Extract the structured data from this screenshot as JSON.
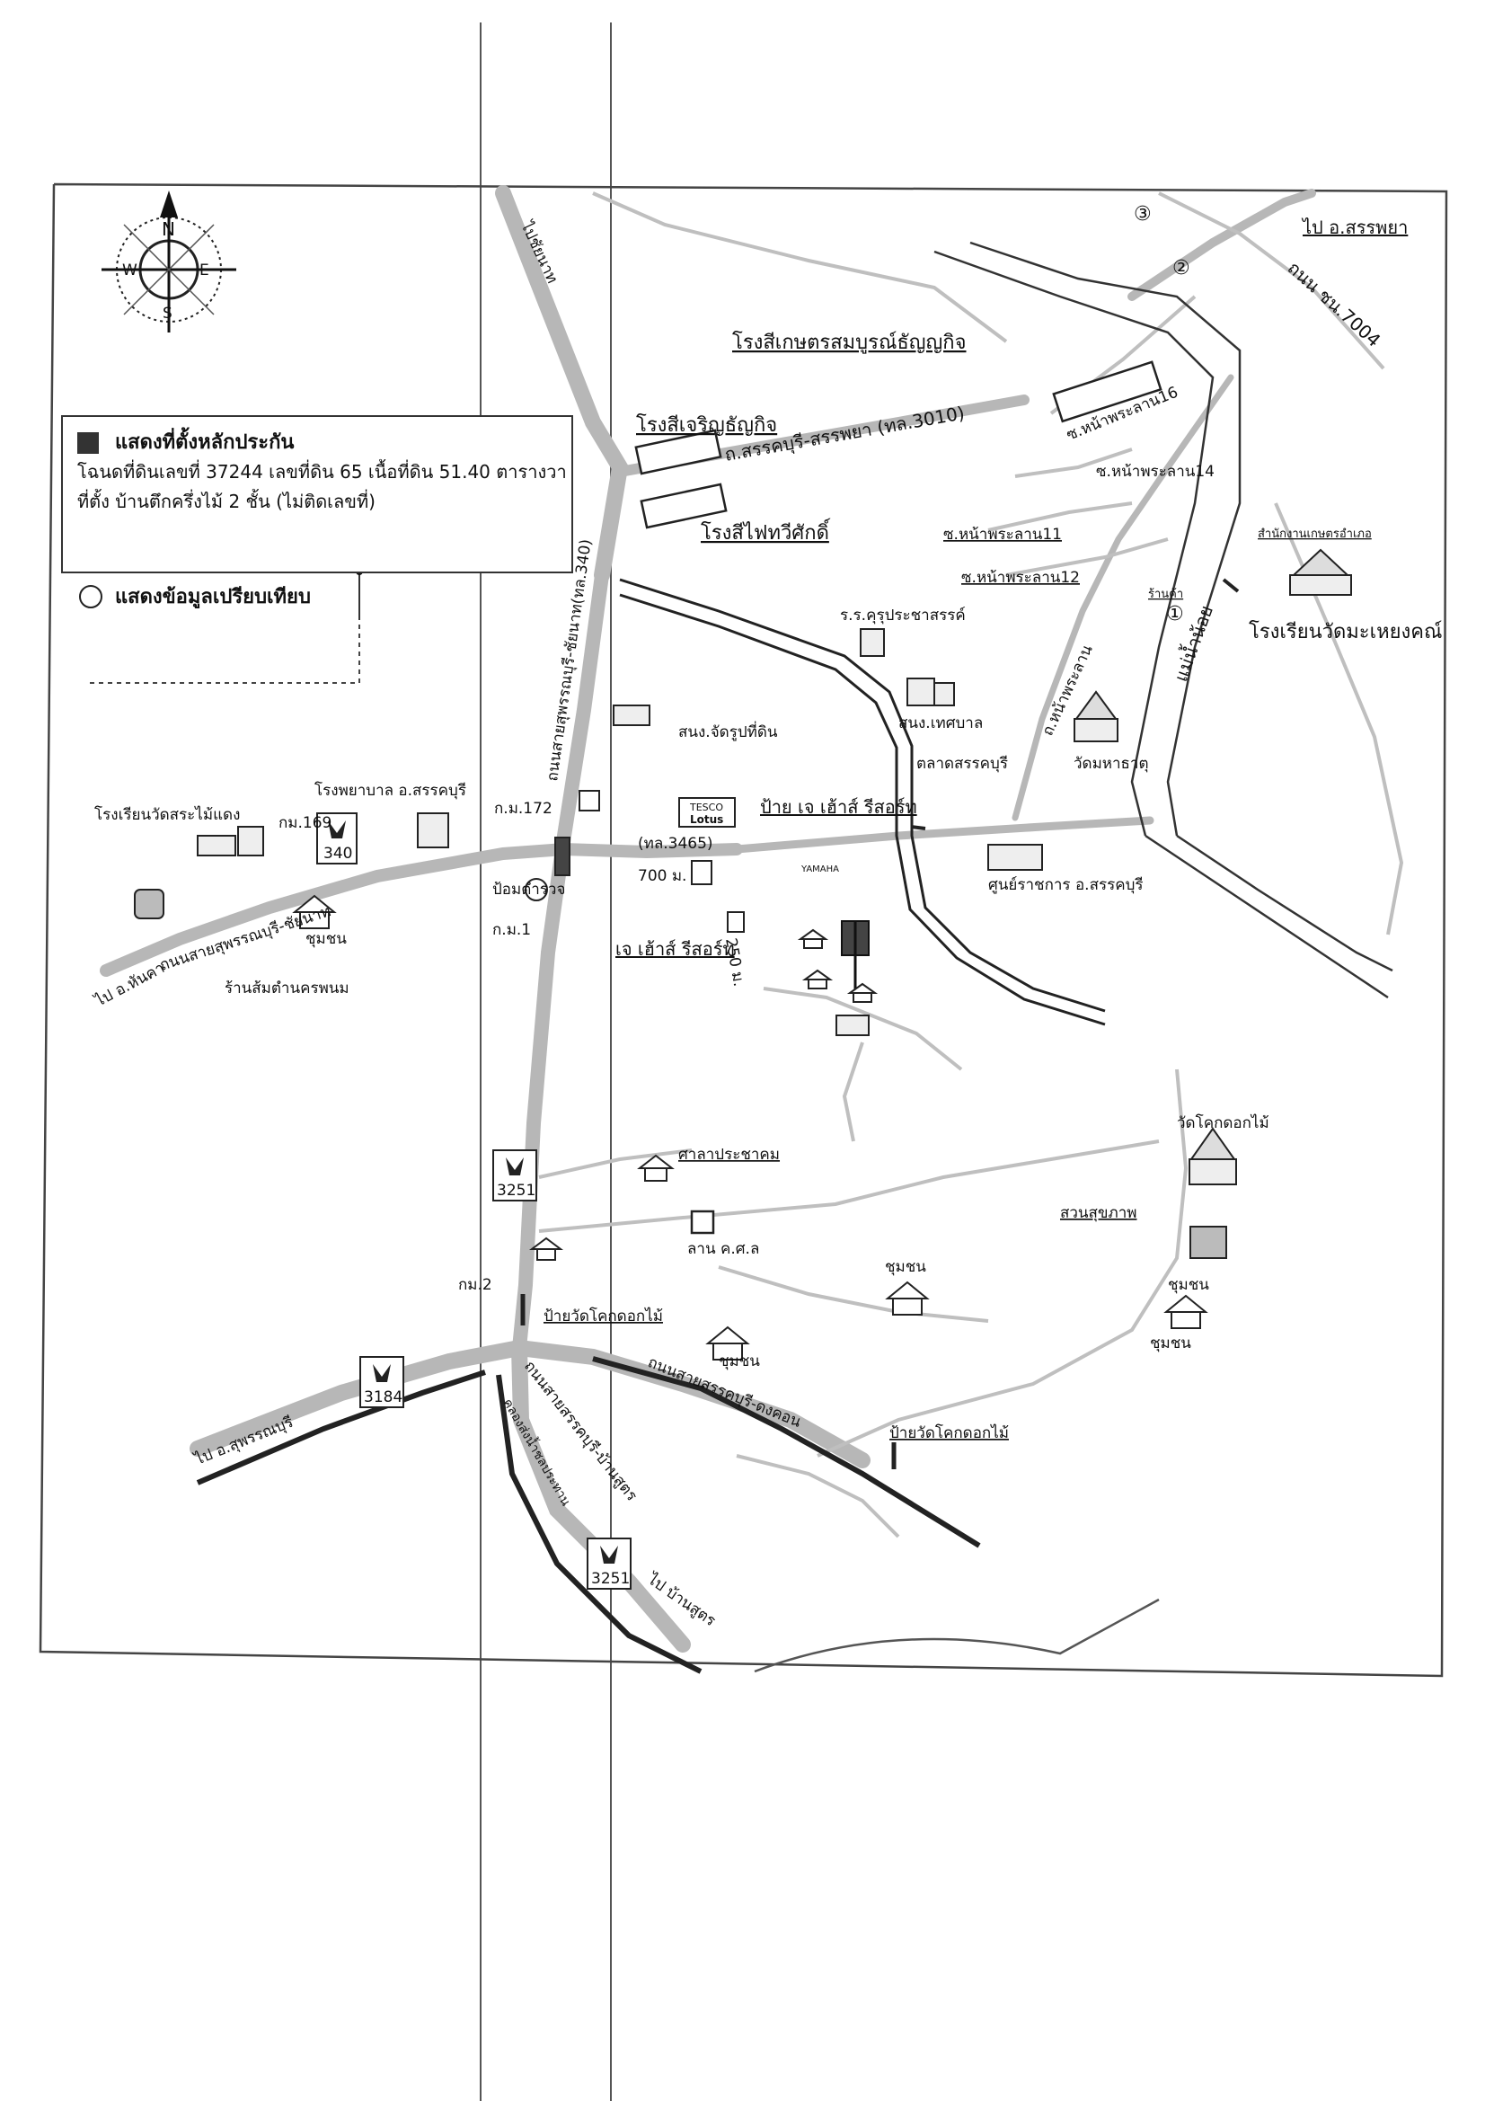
{
  "legend": {
    "collateral_title": "แสดงที่ตั้งหลักประกัน",
    "deed_line": "โฉนดที่ดินเลขที่ 37244 เลขที่ดิน 65 เนื้อที่ดิน 51.40 ตารางวา",
    "location_line": "ที่ตั้ง บ้านตึกครึ่งไม้ 2 ชั้น (ไม่ติดเลขที่)",
    "comparison_title": "แสดงข้อมูลเปรียบเทียบ"
  },
  "compass": {
    "n": "N",
    "s": "S",
    "e": "E",
    "w": "W"
  },
  "route_badges": {
    "r340": "340",
    "r3251_mid": "3251",
    "r3184": "3184",
    "r3251_bottom": "3251"
  },
  "circled_markers": {
    "m1": "①",
    "m2": "②",
    "m3": "③"
  },
  "labels": {
    "to_sanphaya": "ไป อ.สรรพยา",
    "chainat_dir": "ไปชัยนาท",
    "road_7004": "ถนน ชน.7004",
    "rice_mill_kaset": "โรงสีเกษตรสมบูรณ์ธัญญกิจ",
    "rice_mill_charoen": "โรงสีเจริญธัญกิจ",
    "road_3010": "ถ.สรรคบุรี-สรรพยา (ทล.3010)",
    "rice_mill_faithavi": "โรงสีไฟทวีศักดิ์",
    "soi_16": "ซ.หน้าพระลาน16",
    "soi_14": "ซ.หน้าพระลาน14",
    "soi_11": "ซ.หน้าพระลาน11",
    "soi_12": "ซ.หน้าพระลาน12",
    "office_top": "สำนักงานเกษตรอำเภอ",
    "shop": "ร้านค้า",
    "river": "แม่น้ำน้อย",
    "school_mahayong": "โรงเรียนวัดมะเหยงคณ์",
    "school_khru": "ร.ร.คุรุประชาสรรค์",
    "road_341": "ถนนสายสุพรรณบุรี-ชัยนาท(ทล.340)",
    "road_na_phra_lan": "ถ.หน้าพระลาน",
    "municipality": "สนง.เทศบาล",
    "land_office": "สนง.จัดรูปที่ดิน",
    "market": "ตลาดสรรคบุรี",
    "wat_mahathat": "วัดมหาธาตุ",
    "tesco": "TESCO",
    "lotus": "Lotus",
    "sign_j_house": "ป้าย เจ เฮ้าส์ รีสอร์ท",
    "tl3465": "(ทล.3465)",
    "dist_700": "700 ม.",
    "dist_250": "250 ม.",
    "gov_center": "ศูนย์ราชการ อ.สรรคบุรี",
    "yamaha": "YAMAHA",
    "j_house_resort": "เจ เฮ้าส์ รีสอร์ท",
    "school_sakrabang": "โรงเรียนวัดสระไม้แดง",
    "km169": "กม.169",
    "hospital": "โรงพยาบาล อ.สรรคบุรี",
    "km172": "ก.ม.172",
    "police": "ป้อมตำรวจ",
    "km1": "ก.ม.1",
    "road_suphan_chainat": "ถนนสายสุพรรณบุรี-ชัยนาท",
    "to_hankha": "ไป อ.หันคา",
    "community_w": "ชุมชน",
    "restaurant": "ร้านส้มตำนครพนม",
    "sala": "ศาลาประชาคม",
    "wat_khok": "วัดโคกดอกไม้",
    "field_ks": "ลาน ค.ศ.ล",
    "park": "สวนสุขภาพ",
    "km2": "กม.2",
    "sign_wat_khok": "ป้ายวัดโคกดอกไม้",
    "community_1": "ชุมชน",
    "community_2": "ชุมชน",
    "community_3": "ชุมชน",
    "community_4": "ชุมชน",
    "road_sankhaburi_dongkon": "ถนนสายสรรคบุรี-ดงคอน",
    "to_suphan": "ไป อ.สุพรรณบุรี",
    "road_sankhaburi_chansut": "ถนนสายสรรคบุรี-บ้านสูตร",
    "canal": "คลองส่งน้ำชลประทาน",
    "sign_wat_khok2": "ป้ายวัดโคกดอกไม้",
    "to_bansut": "ไป บ้านสูตร"
  }
}
